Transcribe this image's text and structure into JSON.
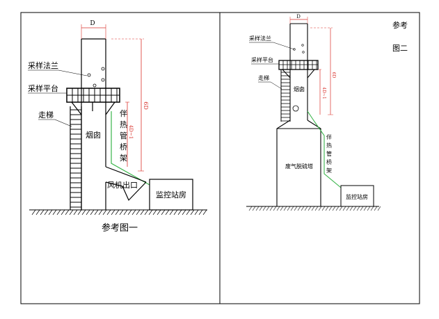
{
  "table": {
    "left_panel": {
      "labels": {
        "dim_d": "D",
        "sampling_flange": "采样法兰",
        "sampling_platform": "采样平台",
        "ladder": "走梯",
        "chimney": "烟囱",
        "heat_trace": [
          "伴",
          "热",
          "管",
          "桥",
          "架"
        ],
        "dim_6d": "6D",
        "dim_4d": "4D~1",
        "fan_outlet": "风机出口",
        "monitor_room": "监控站房"
      },
      "caption": "参考图一"
    },
    "right_panel": {
      "caption_line1": "参考",
      "caption_line2": "图二",
      "labels": {
        "dim_d": "D",
        "sampling_flange": "采样法兰",
        "sampling_platform": "采样平台",
        "ladder": "走梯",
        "chimney": "烟囱",
        "heat_trace": [
          "伴",
          "热",
          "管",
          "桥",
          "架"
        ],
        "dim_6d": "6D",
        "dim_4d": "4D~1",
        "desulfur_tower": "废气脱硫塔",
        "monitor_room": "监控站房"
      }
    }
  },
  "colors": {
    "line": "#000000",
    "dimension": "#d9312b",
    "heat_trace": "#39b54a"
  }
}
